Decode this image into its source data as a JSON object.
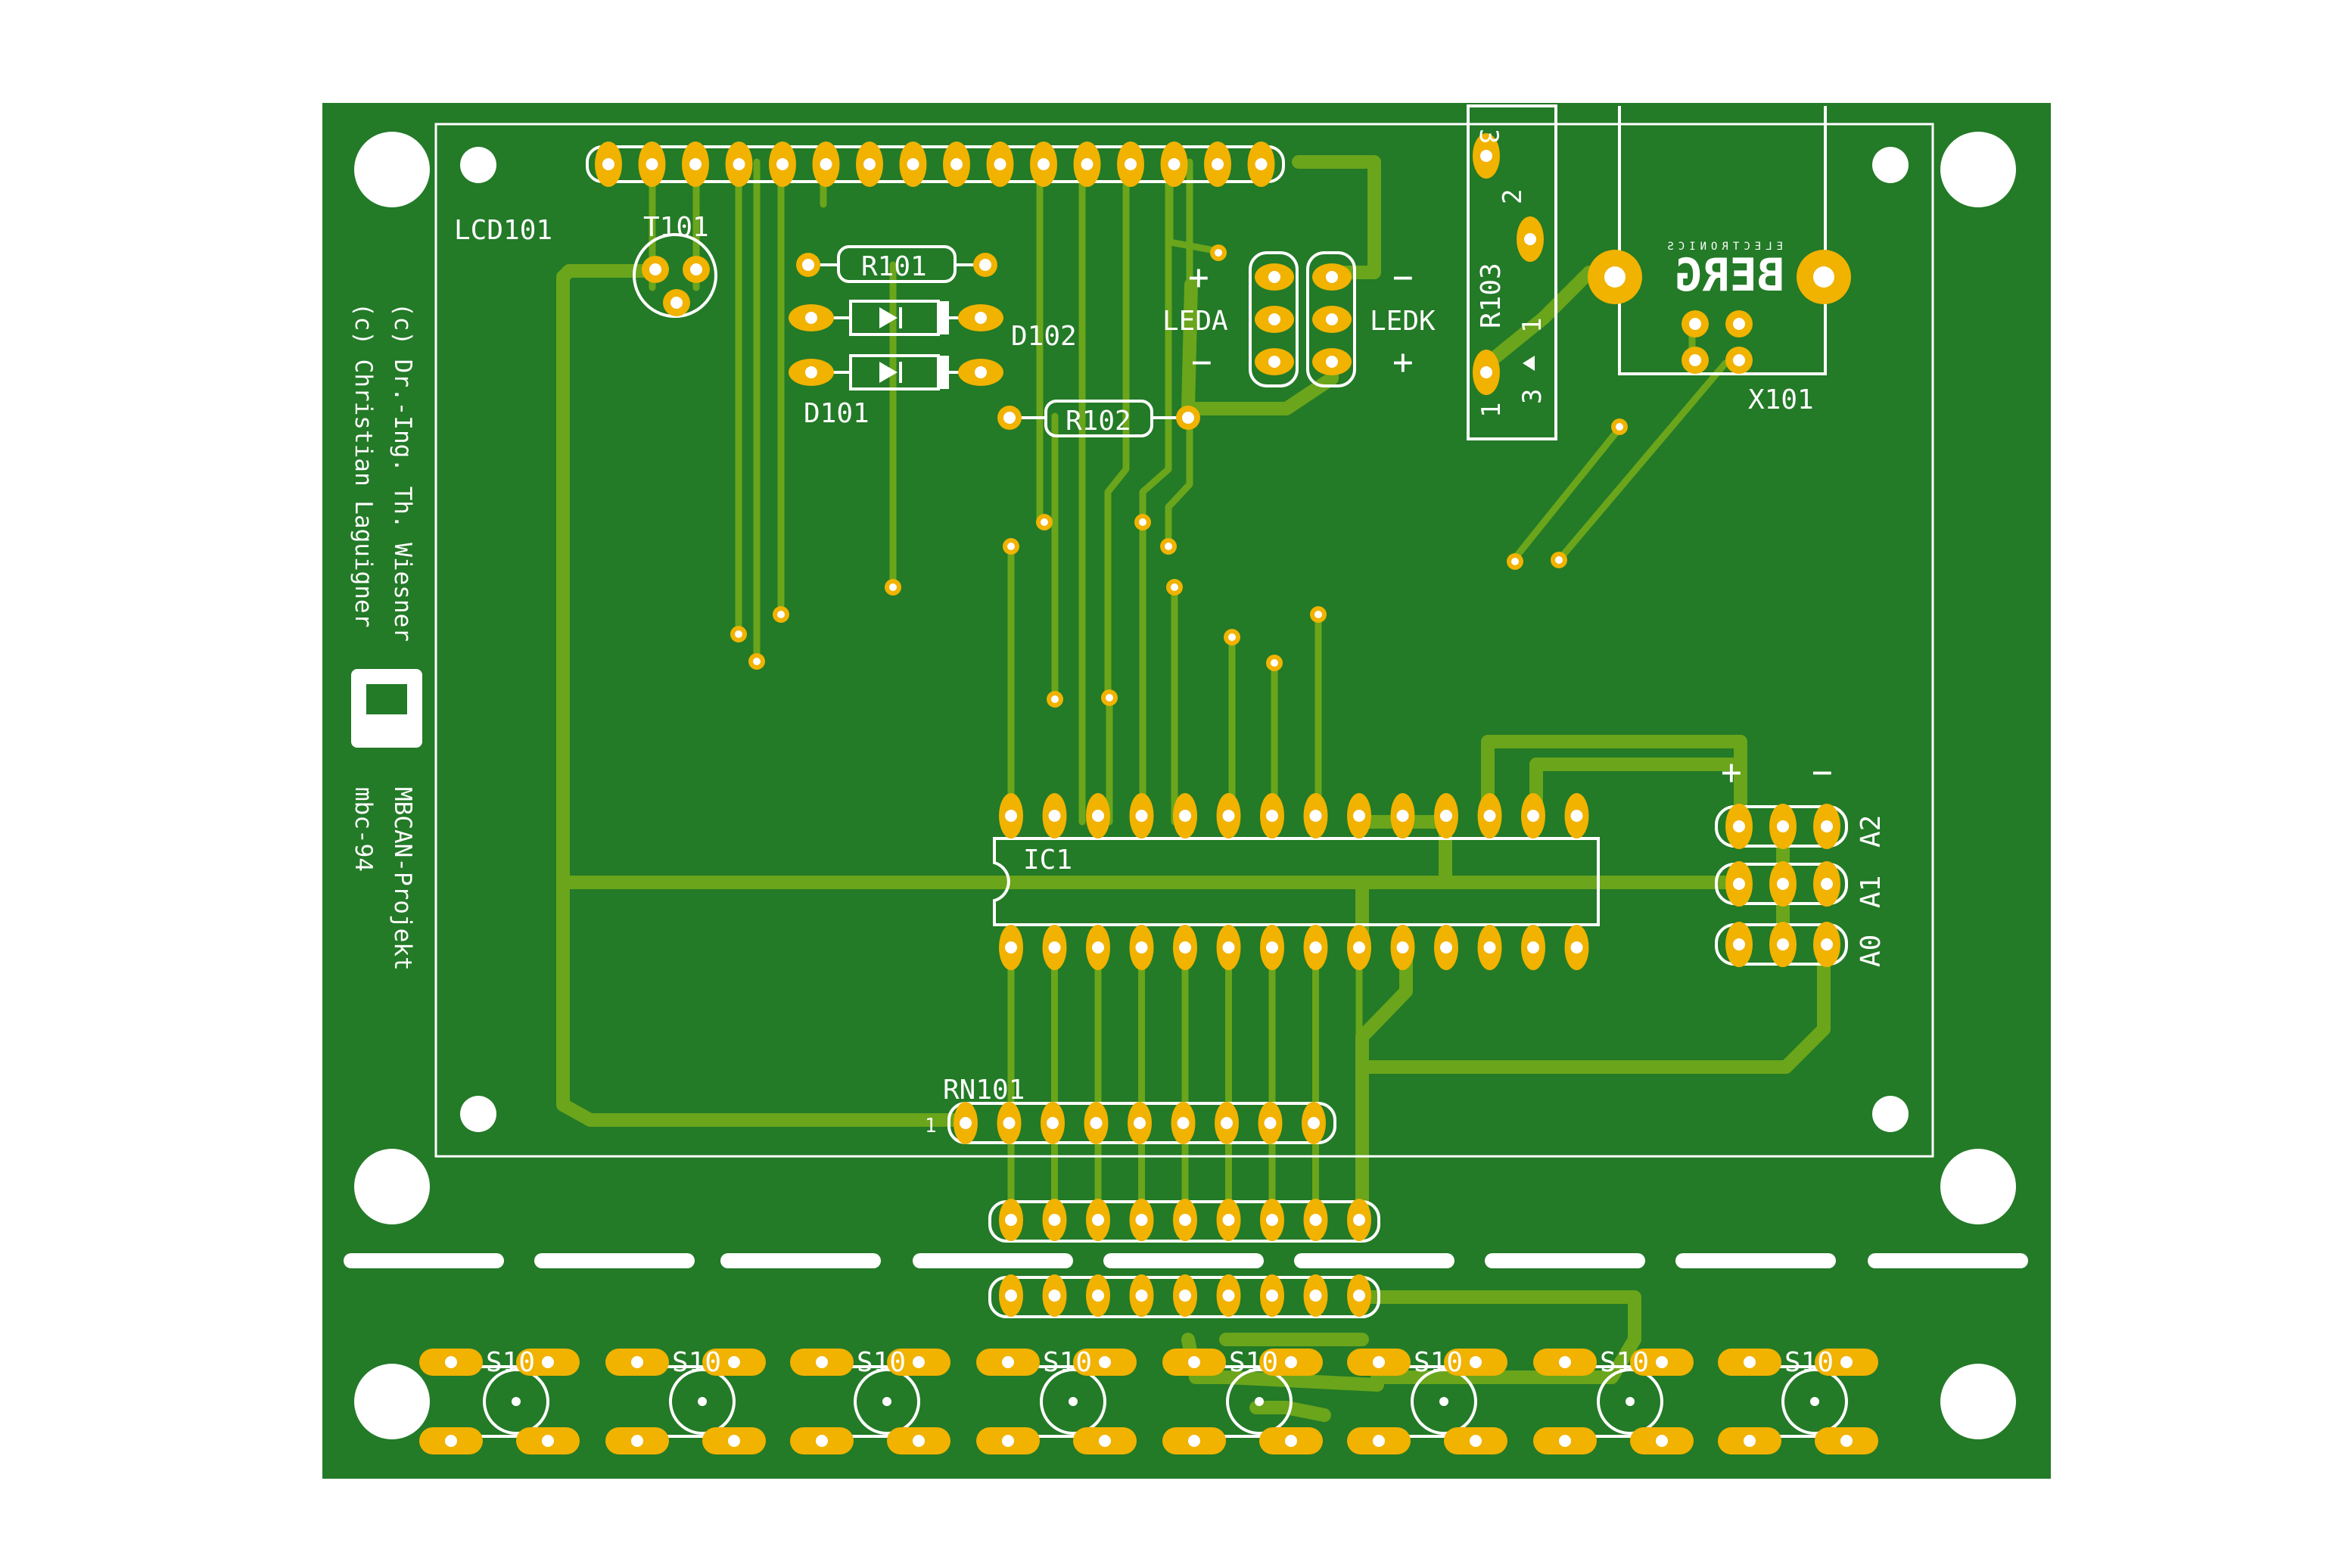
{
  "board": {
    "colors": {
      "substrate": "#237a27",
      "trace": "#6aa51b",
      "pad": "#f1b200",
      "drill": "#ffffff",
      "silkscreen": "#ffffff",
      "background": "#ffffff"
    }
  },
  "labels": {
    "lcd": "LCD101",
    "transistor": "T101",
    "r101": "R101",
    "r102": "R102",
    "r103": "R103",
    "d101": "D101",
    "d102": "D102",
    "leda": "LEDA",
    "ledk": "LEDK",
    "x101": "X101",
    "ic1": "IC1",
    "rn101": "RN101",
    "rn_pin1": "1",
    "a0": "A0",
    "a1": "A1",
    "a2": "A2",
    "plus": "+",
    "minus": "−",
    "pot_pin1": "1",
    "pot_pin2": "2",
    "pot_pin3_top": "3",
    "pot_pin3_bottom": "3",
    "button_label": "S10"
  },
  "credits": {
    "line1": "(c) Dr.-Ing. Th. Wiesner",
    "line2": "(c) Christian Laguigner",
    "project": "MBCAN-Projekt",
    "board_id": "mbc-94"
  },
  "logo": {
    "brand": "BERG",
    "brand_sub": "ELECTRONICS"
  },
  "icons": {
    "mounting_holes": "mounting-hole-icon",
    "pushbuttons": "pushbutton-icon",
    "diodes": "diode-symbol-icon",
    "logo": "oshw-logo-icon"
  }
}
